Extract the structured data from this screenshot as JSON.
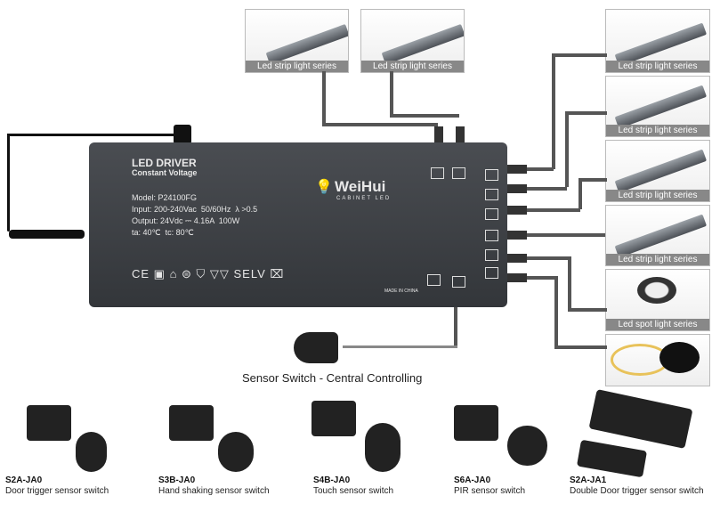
{
  "driver": {
    "title": "LED DRIVER",
    "subtitle": "Constant Voltage",
    "model": "Model: P24100FG",
    "input": "Input: 200-240Vac  50/60Hz  λ >0.5",
    "output": "Output: 24Vdc ⎓ 4.16A  100W",
    "temps": "ta: 40℃  tc: 80℃",
    "certs": "CE ▣ ⌂ ⊜ ⛉ ▽▽ SELV ⌧",
    "made_in": "MADE IN CHINA",
    "brand": "WeiHui",
    "brand_sub": "CABINET LED"
  },
  "top_tiles": [
    {
      "label": "Led strip light series"
    },
    {
      "label": "Led strip light series"
    }
  ],
  "right_tiles": [
    {
      "label": "Led strip light series"
    },
    {
      "label": "Led strip light series"
    },
    {
      "label": "Led strip light series"
    },
    {
      "label": "Led strip light series"
    },
    {
      "label": "Led spot light series"
    }
  ],
  "sensor_caption": "Sensor Switch - Central Controlling",
  "sensors": [
    {
      "model": "S2A-JA0",
      "desc": "Door trigger sensor switch"
    },
    {
      "model": "S3B-JA0",
      "desc": "Hand shaking sensor switch"
    },
    {
      "model": "S4B-JA0",
      "desc": "Touch sensor switch"
    },
    {
      "model": "S6A-JA0",
      "desc": "PIR sensor switch"
    },
    {
      "model": "S2A-JA1",
      "desc": "Double Door trigger sensor switch"
    }
  ],
  "colors": {
    "driver": "#3a3d42",
    "label_bar": "#888888",
    "wire": "#555555"
  }
}
